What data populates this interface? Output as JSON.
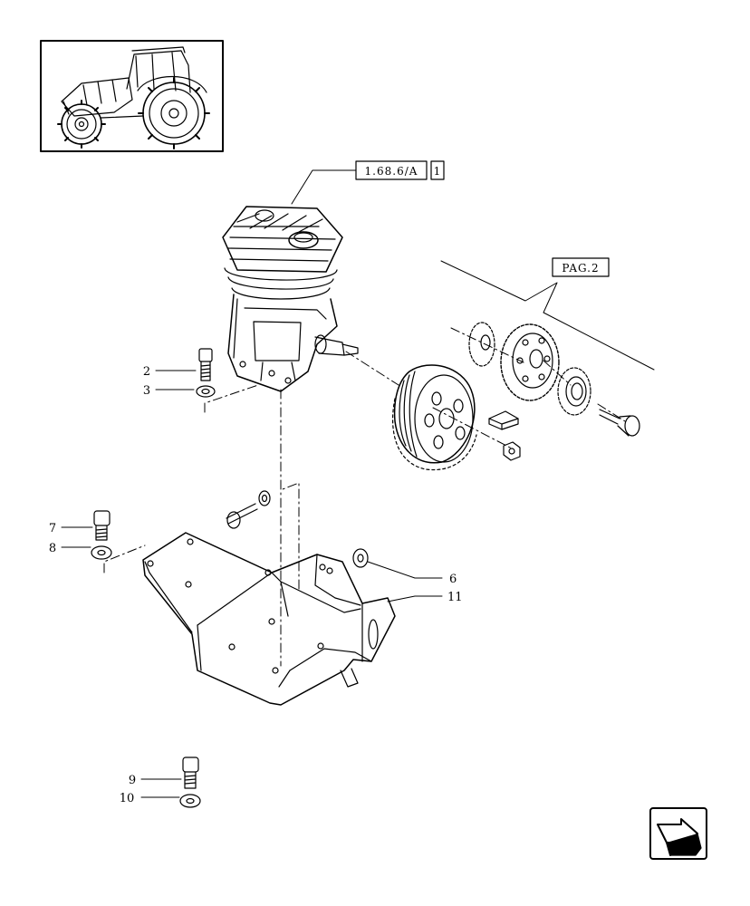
{
  "references": {
    "compressor_ref": "1.68.6/A",
    "compressor_ref_sheet": "1",
    "page_ref": "PAG.2"
  },
  "callouts": [
    {
      "id": "2",
      "part": "screw"
    },
    {
      "id": "3",
      "part": "washer"
    },
    {
      "id": "6",
      "part": "washer"
    },
    {
      "id": "7",
      "part": "screw"
    },
    {
      "id": "8",
      "part": "washer"
    },
    {
      "id": "9",
      "part": "screw"
    },
    {
      "id": "10",
      "part": "washer"
    },
    {
      "id": "11",
      "part": "support-bracket"
    }
  ],
  "colors": {
    "ink": "#000000",
    "paper": "#ffffff"
  },
  "icons": {
    "thumbnail": "tractor-icon",
    "nav": "next-page-arrow-icon"
  }
}
